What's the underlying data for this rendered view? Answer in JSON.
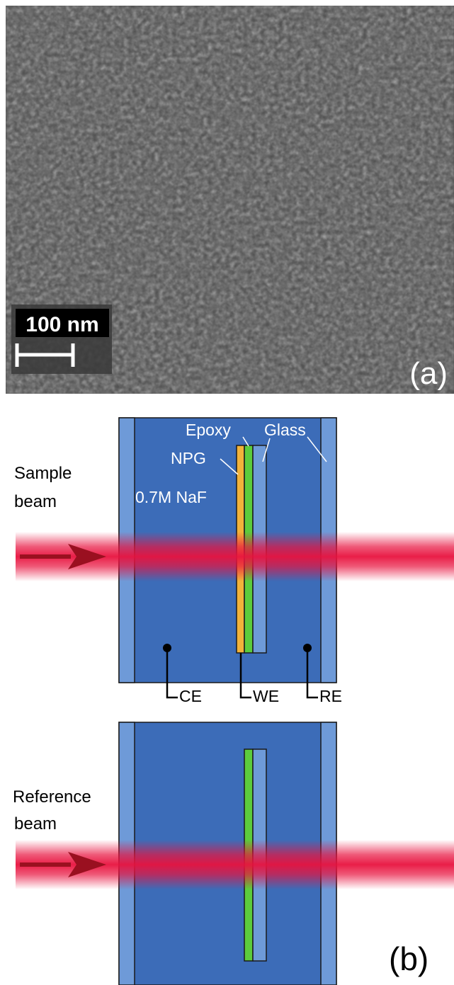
{
  "panel_a": {
    "scale_bar_label": "100 nm",
    "panel_label": "(a)"
  },
  "panel_b": {
    "panel_label": "(b)",
    "sample_cell": {
      "beam_label_line1": "Sample",
      "beam_label_line2": "beam",
      "electrolyte_label": "0.7M NaF",
      "npg_label": "NPG",
      "epoxy_label": "Epoxy",
      "glass_label": "Glass",
      "electrodes": [
        "CE",
        "WE",
        "RE"
      ]
    },
    "reference_cell": {
      "beam_label_line1": "Reference",
      "beam_label_line2": "beam"
    }
  },
  "colors": {
    "electrolyte": "#3c6cb8",
    "glass": "#6e9ad8",
    "npg": "#f2b33a",
    "epoxy": "#5ccc3c",
    "beam": "#e8123e",
    "arrow": "#9a1020"
  }
}
